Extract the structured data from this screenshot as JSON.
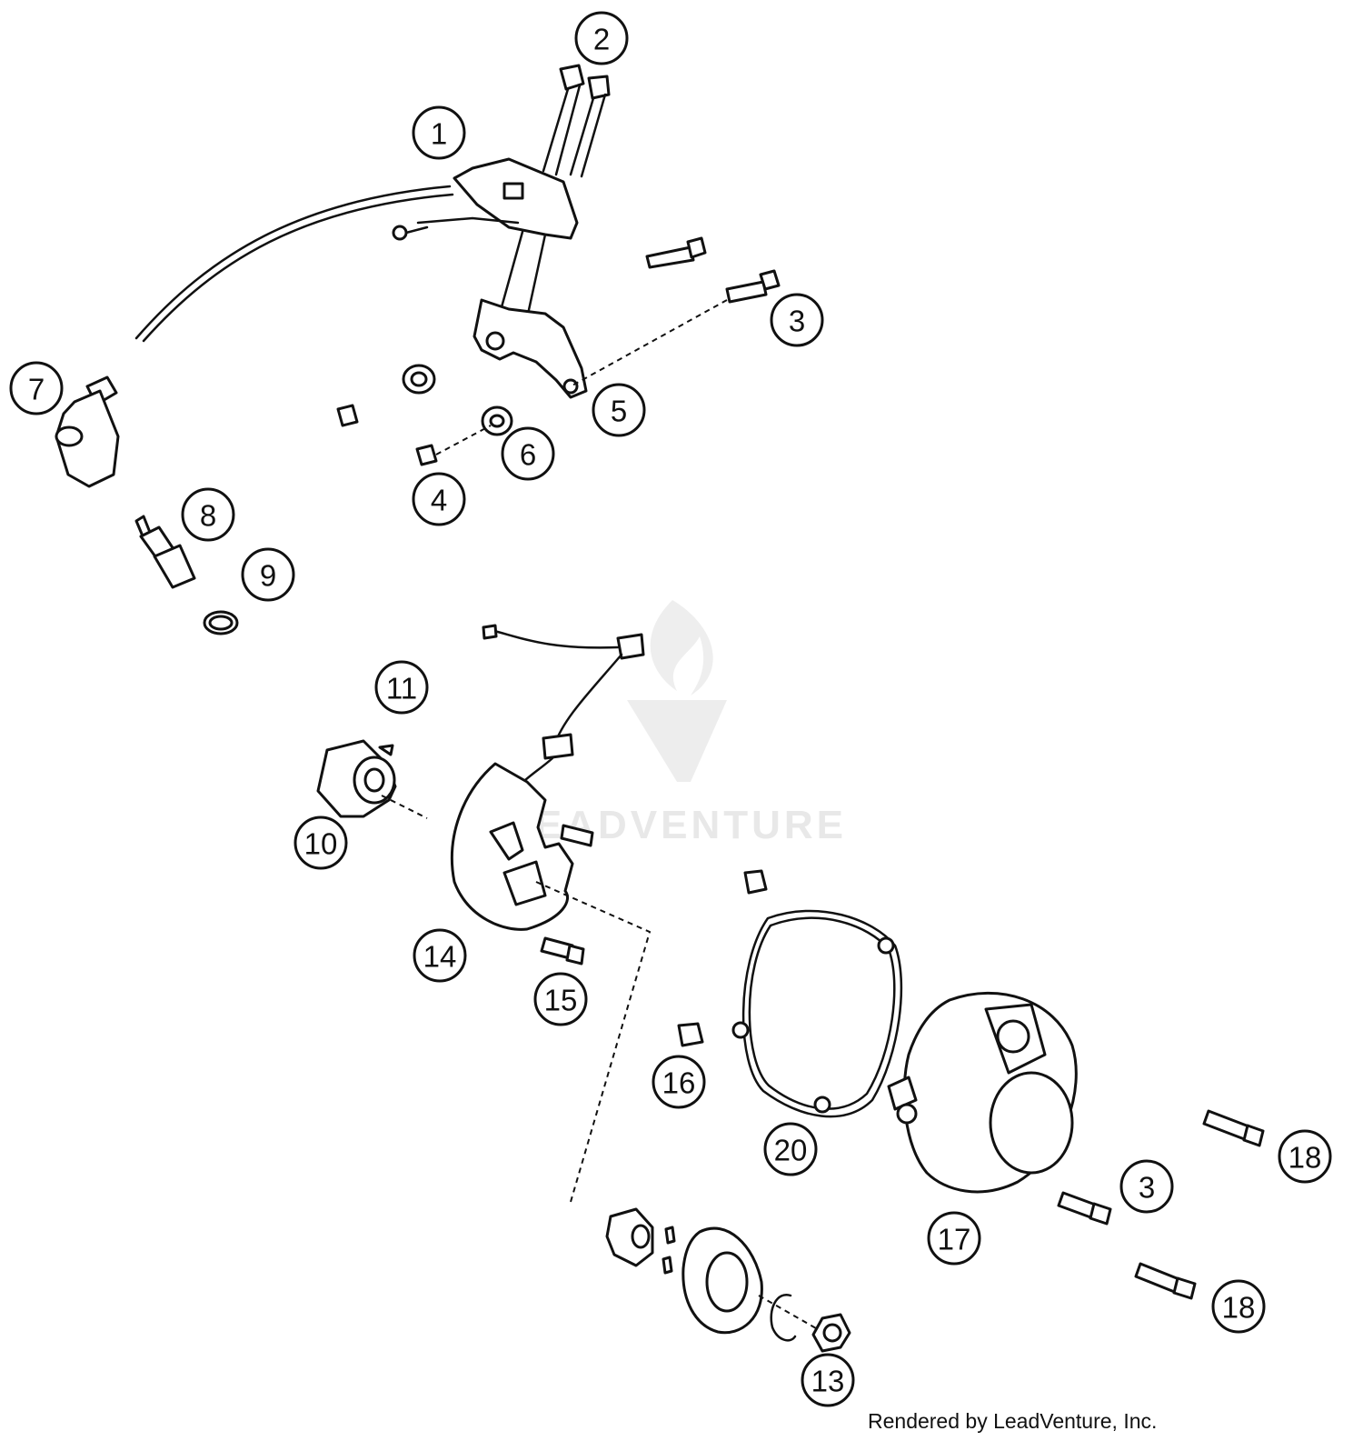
{
  "diagram": {
    "callouts": [
      "1",
      "2",
      "3",
      "4",
      "5",
      "6",
      "7",
      "8",
      "9",
      "10",
      "11",
      "13",
      "14",
      "15",
      "16",
      "17",
      "18",
      "20",
      "3",
      "18"
    ],
    "watermark": "LEADVENTURE",
    "credit": "Rendered by LeadVenture, Inc."
  }
}
